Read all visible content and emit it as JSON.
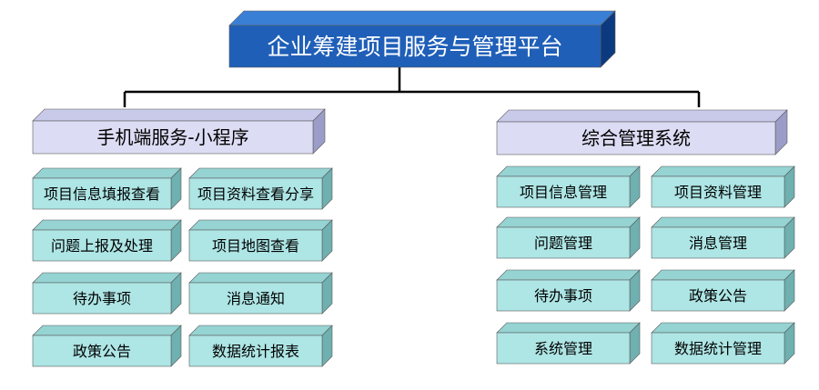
{
  "title": "企业筹建项目服务与管理平台",
  "branches": [
    {
      "label": "手机端服务-小程序",
      "items": [
        "项目信息填报查看",
        "项目资料查看分享",
        "问题上报及处理",
        "项目地图查看",
        "待办事项",
        "消息通知",
        "政策公告",
        "数据统计报表"
      ]
    },
    {
      "label": "综合管理系统",
      "items": [
        "项目信息管理",
        "项目资料管理",
        "问题管理",
        "消息管理",
        "待办事项",
        "政策公告",
        "系统管理",
        "数据统计管理"
      ]
    }
  ],
  "colors": {
    "title_front": "#1f5fb8",
    "title_top": "#3a7fd6",
    "title_side": "#0c3a80",
    "title_text": "#ffffff",
    "branch_front": "#dcdcf4",
    "branch_top": "#c9c9ea",
    "branch_side": "#9c9cc8",
    "item_front": "#aee5e5",
    "item_top": "#96d3d3",
    "item_side": "#6fb0b0",
    "connector": "#000000",
    "text": "#000000"
  }
}
